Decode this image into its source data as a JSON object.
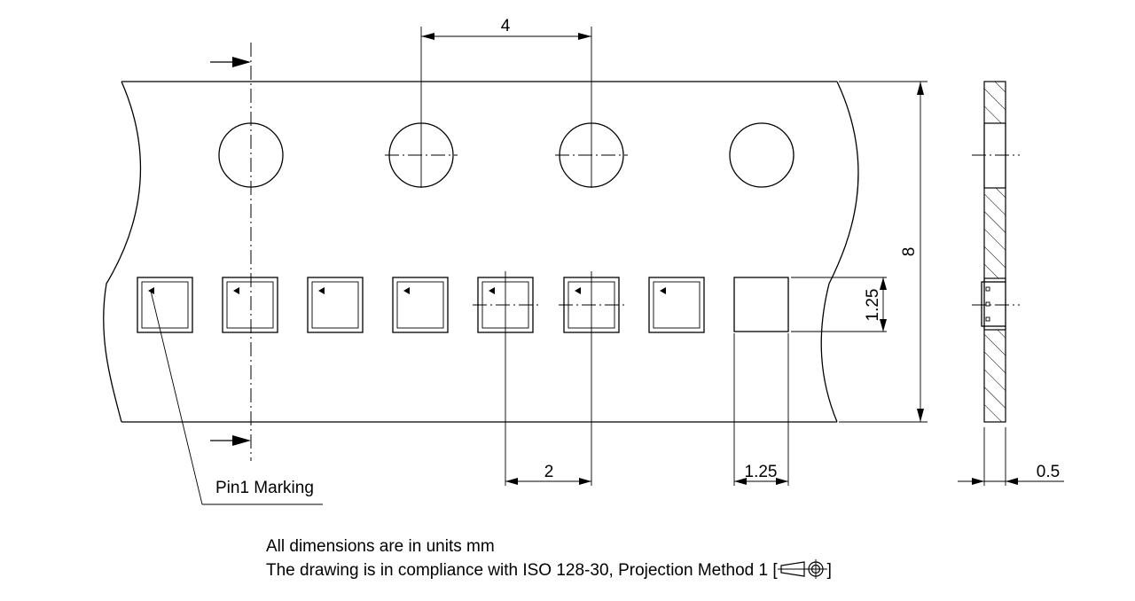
{
  "dimensions": {
    "sprocket_pitch": "4",
    "tape_width": "8",
    "component_pitch": "2",
    "component_height": "1.25",
    "component_width": "1.25",
    "tape_thickness": "0.5"
  },
  "labels": {
    "pin1": "Pin1 Marking"
  },
  "notes": {
    "line1": "All dimensions are in units mm",
    "line2_prefix": "The drawing is in compliance with ISO 128-30, Projection Method 1 [",
    "line2_suffix": "]"
  }
}
